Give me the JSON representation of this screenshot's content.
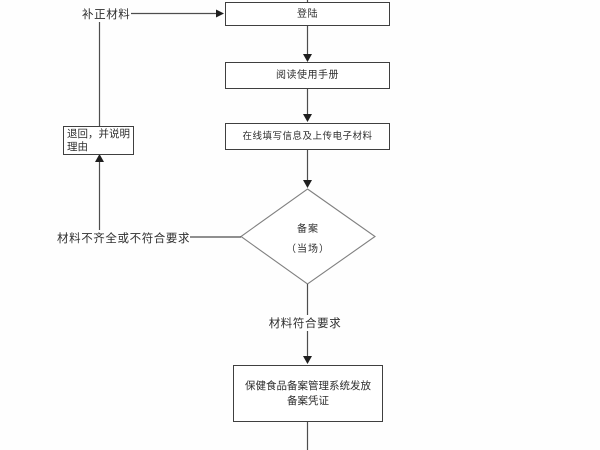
{
  "flowchart": {
    "nodes": {
      "login": "登陆",
      "read_manual": "阅读使用手册",
      "fill_info": "在线填写信息及上传电子材料",
      "decision_line1": "备案",
      "decision_line2": "（当场）",
      "return_line1": "退回，并说明",
      "return_line2": "理由",
      "cert_line1": "保健食品备案管理系统发放",
      "cert_line2": "备案凭证"
    },
    "labels": {
      "supplement": "补正材料",
      "not_qualified": "材料不齐全或不符合要求",
      "qualified": "材料符合要求"
    },
    "colors": {
      "background": "#fefefe",
      "box_border": "#3f3f3f",
      "diamond_border": "#808080",
      "connector": "#4d4d4d",
      "arrowhead": "#1f1f1f",
      "text": "#2e2e2e"
    }
  }
}
